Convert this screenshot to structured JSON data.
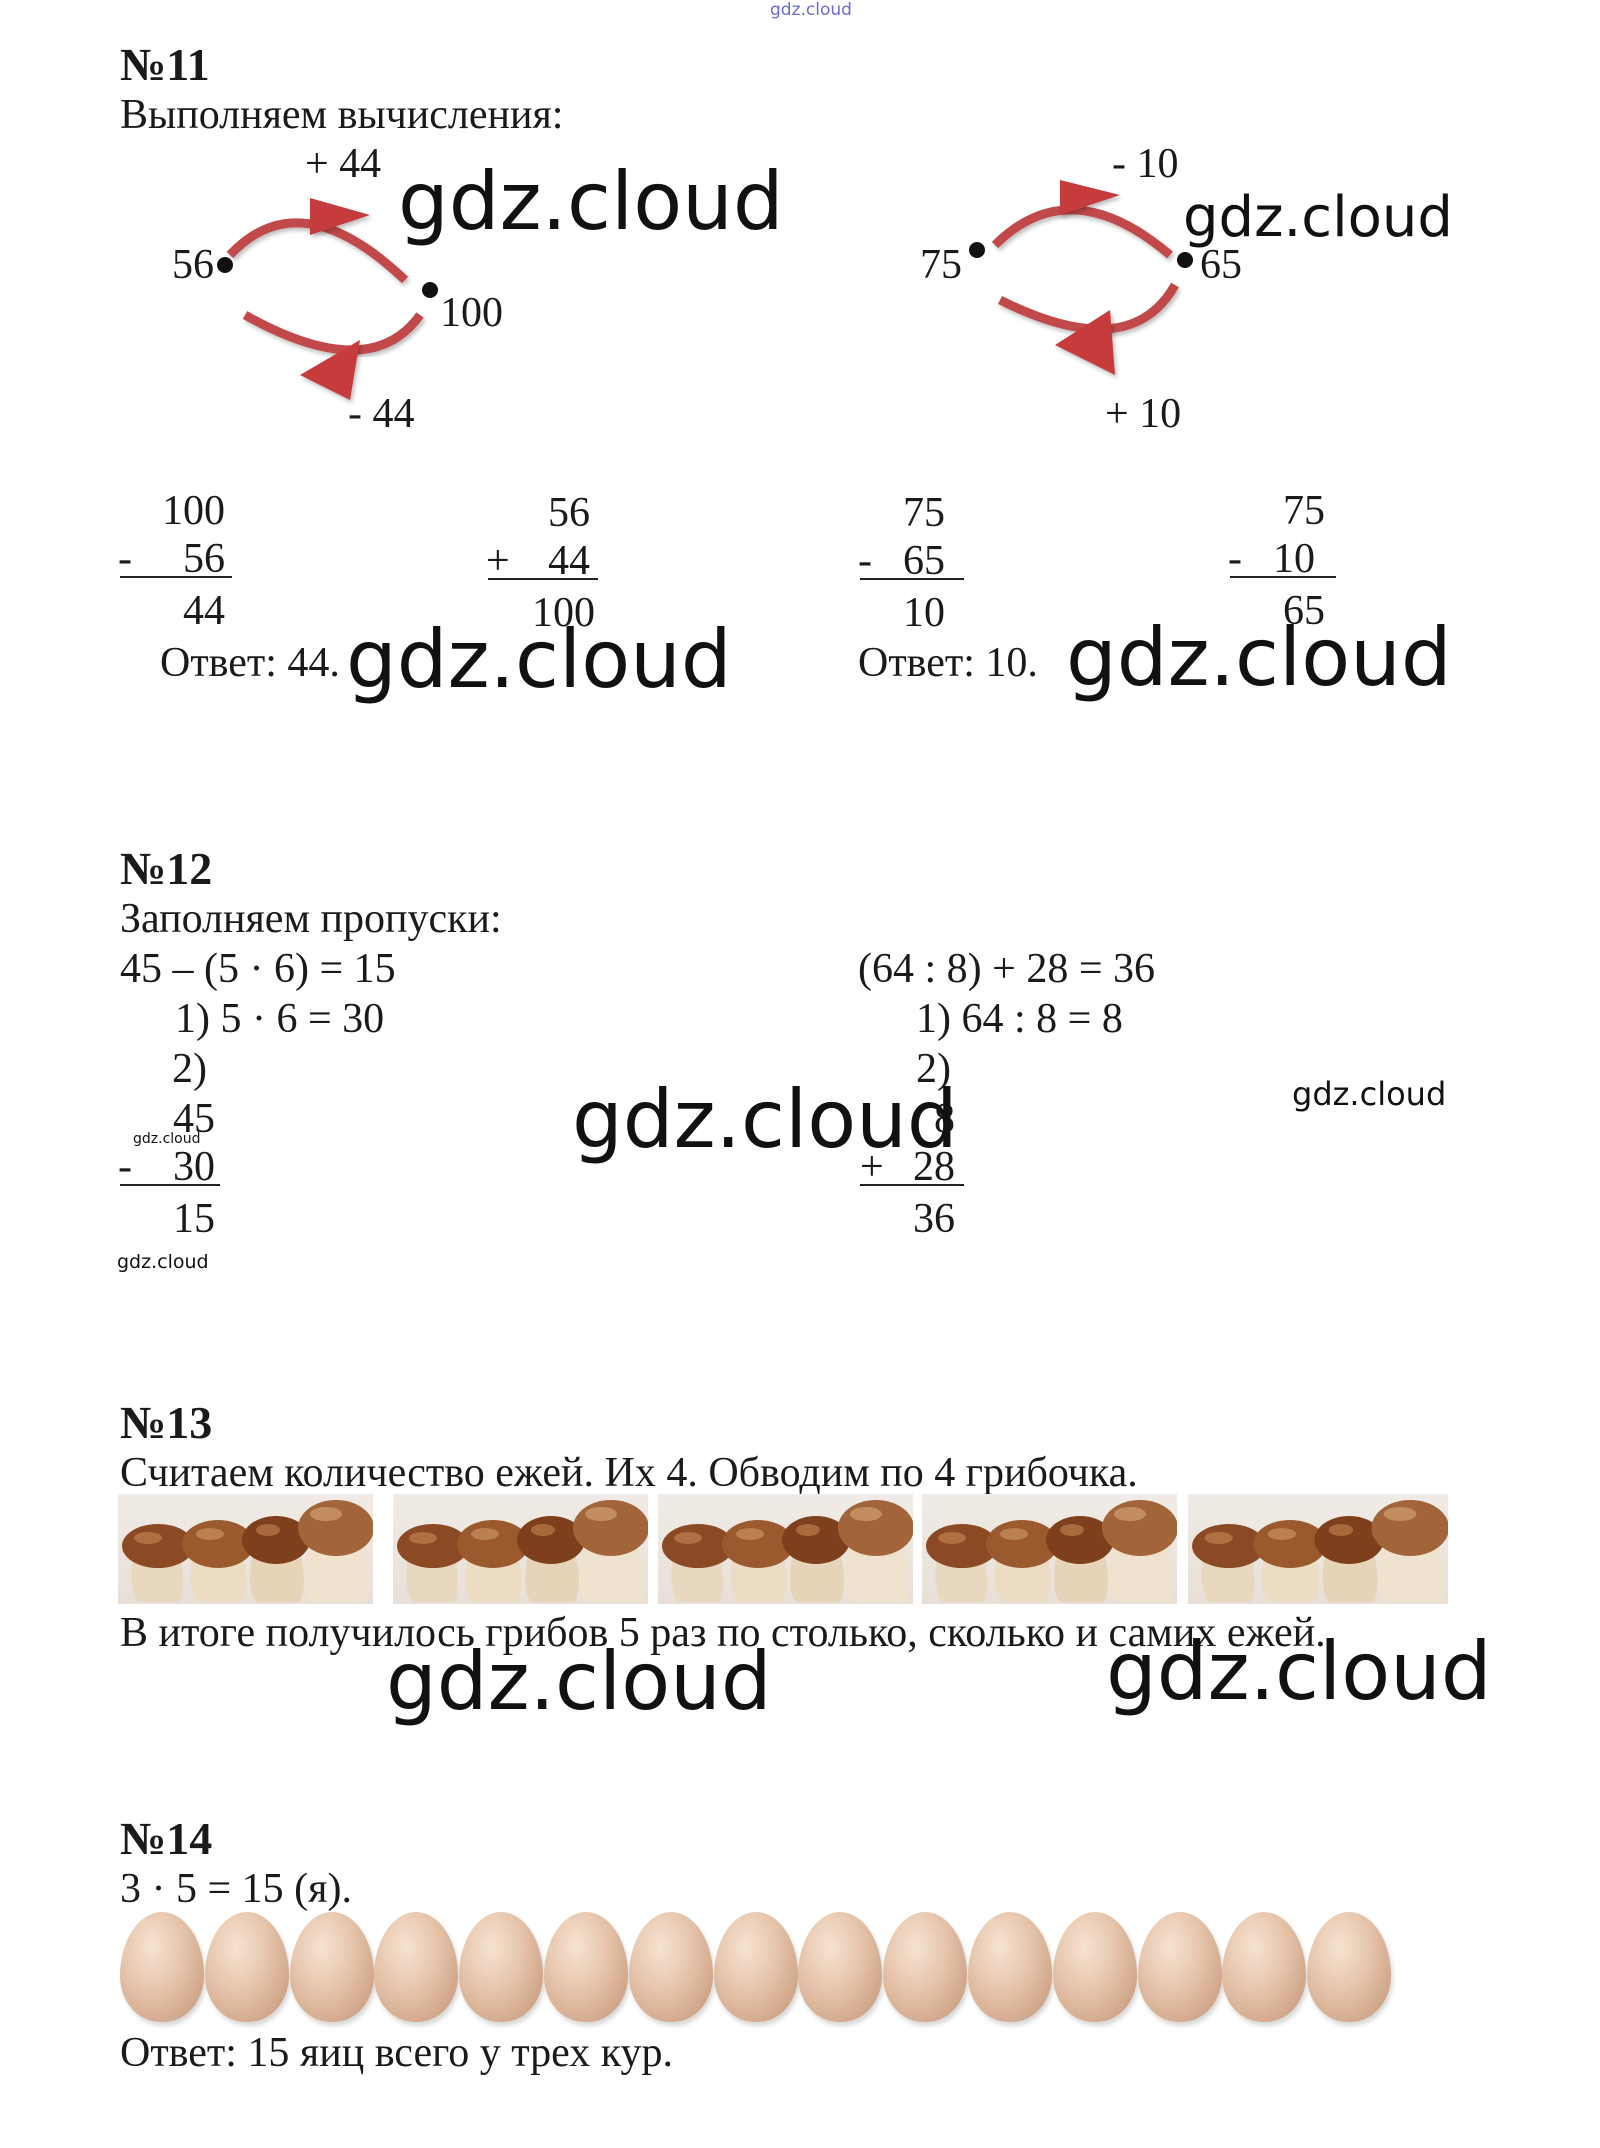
{
  "top_watermark": "gdz.cloud",
  "watermark": "gdz.cloud",
  "task11": {
    "heading": "№11",
    "intro": "Выполняем вычисления:",
    "diagram_left": {
      "start": "56",
      "end": "100",
      "forward": "+ 44",
      "back": "- 44"
    },
    "diagram_right": {
      "start": "75",
      "end": "65",
      "forward": "- 10",
      "back": "+ 10"
    },
    "calc1": {
      "top": "100",
      "op": "-",
      "bottom": "56",
      "result": "44"
    },
    "calc2": {
      "top": "56",
      "op": "+",
      "bottom": "44",
      "result": "100"
    },
    "calc3": {
      "top": "75",
      "op": "-",
      "bottom": "65",
      "result": "10"
    },
    "calc4": {
      "top": "75",
      "op": "-",
      "bottom": "10",
      "result": "65"
    },
    "answer_left": "Ответ: 44.",
    "answer_right": "Ответ: 10."
  },
  "task12": {
    "heading": "№12",
    "intro": "Заполняем пропуски:",
    "left": {
      "expr": "45 – (5 · 6) = 15",
      "step1": "1)  5 · 6 = 30",
      "step2": "2)",
      "top": "45",
      "op": "-",
      "bottom": "30",
      "result": "15"
    },
    "right": {
      "expr": "(64 : 8) + 28 = 36",
      "step1": "1)  64 : 8 = 8",
      "step2": "2)",
      "top": "8",
      "op": "+",
      "bottom": "28",
      "result": "36"
    }
  },
  "task13": {
    "heading": "№13",
    "text1": "Считаем количество ежей. Их 4. Обводим по 4 грибочка.",
    "text2": "В итоге получилось грибов 5 раз по столько, сколько и самих ежей.",
    "mushroom_groups": 5
  },
  "task14": {
    "heading": "№14",
    "expr": "3 · 5 = 15 (я).",
    "eggs": 15,
    "answer": "Ответ: 15 яиц всего у трех кур."
  }
}
